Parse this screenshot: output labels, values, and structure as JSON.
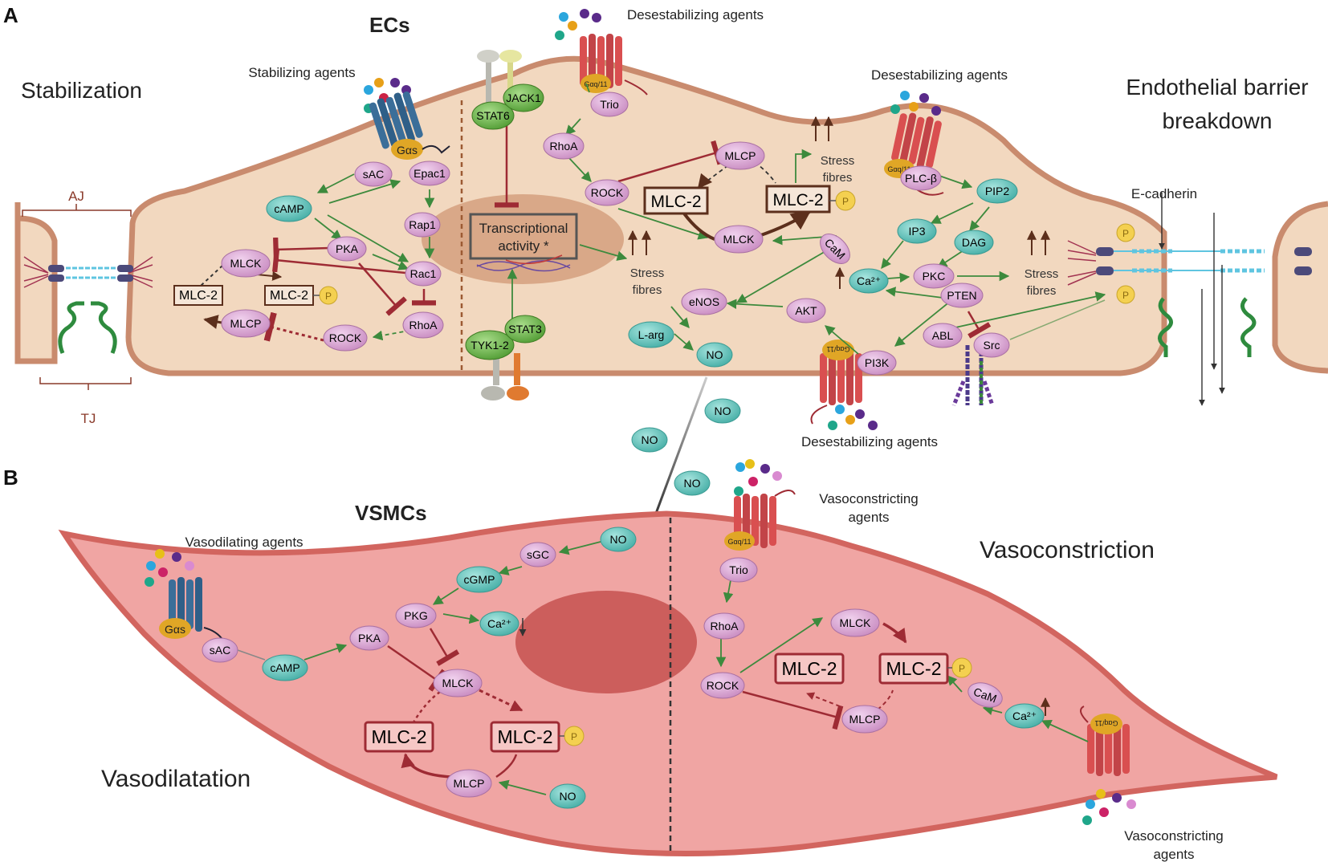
{
  "panel_a": {
    "letter": "A",
    "title": "ECs",
    "left_label": "Stabilization",
    "right_label_line1": "Endothelial barrier",
    "right_label_line2": "breakdown",
    "aj_label": "AJ",
    "tj_label": "TJ",
    "ecadherin_label": "E-cadherin",
    "stabilizing_agents": "Stabilizing agents",
    "destab_top": "Desestabilizing agents",
    "destab_right": "Desestabilizing agents",
    "destab_bottom": "Desestabilizing agents",
    "transcription_line1": "Transcriptional",
    "transcription_line2": "activity *",
    "stress_line1": "Stress",
    "stress_line2": "fibres",
    "receptor_gas": "Gαs",
    "receptor_gaq": "Gαq/11",
    "nodes": {
      "sac": "sAC",
      "epac1": "Epac1",
      "camp": "cAMP",
      "pka": "PKA",
      "rap1": "Rap1",
      "rac1": "Rac1",
      "mlck_l": "MLCK",
      "rhoa_l": "RhoA",
      "mlcp_l": "MLCP",
      "rock_l": "ROCK",
      "mlc2_l1": "MLC-2",
      "mlc2_l2": "MLC-2",
      "stat6": "STAT6",
      "jack1": "JACK1",
      "tyk": "TYK1-2",
      "stat3": "STAT3",
      "trio": "Trio",
      "rhoa_m": "RhoA",
      "rock_m": "ROCK",
      "mlcp_m": "MLCP",
      "mlck_m": "MLCK",
      "mlc2_m1": "MLC-2",
      "mlc2_m2": "MLC-2",
      "enos": "eNOS",
      "larg": "L-arg",
      "no_a": "NO",
      "akt": "AKT",
      "pi3k": "PI3K",
      "cam_a": "CaM",
      "ca_a": "Ca²⁺",
      "ip3": "IP3",
      "dag": "DAG",
      "pkc": "PKC",
      "plcb": "PLC-β",
      "pip2": "PIP2",
      "pten": "PTEN",
      "abl": "ABL",
      "src": "Src",
      "phos": "P"
    }
  },
  "panel_b": {
    "letter": "B",
    "title": "VSMCs",
    "left_label": "Vasodilatation",
    "right_label": "Vasoconstriction",
    "vasodilating_agents": "Vasodilating agents",
    "vasocon_top_line1": "Vasoconstricting",
    "vasocon_top_line2": "agents",
    "vasocon_bottom_line1": "Vasoconstricting",
    "vasocon_bottom_line2": "agents",
    "receptor_gas": "Gαs",
    "receptor_gaq": "Gαq/11",
    "nodes": {
      "no_1": "NO",
      "no_2": "NO",
      "no_3": "NO",
      "no_4": "NO",
      "no_5": "NO",
      "sgc": "sGC",
      "cgmp": "cGMP",
      "pkg": "PKG",
      "ca_1": "Ca²⁺",
      "pka": "PKA",
      "sac": "sAC",
      "camp": "cAMP",
      "mlck_l": "MLCK",
      "mlc2_l1": "MLC-2",
      "mlc2_l2": "MLC-2",
      "mlcp_l": "MLCP",
      "trio": "Trio",
      "rhoa": "RhoA",
      "rock": "ROCK",
      "mlck_r": "MLCK",
      "mlc2_r1": "MLC-2",
      "mlc2_r2": "MLC-2",
      "mlcp_r": "MLCP",
      "cam": "CaM",
      "ca_2": "Ca²⁺",
      "phos": "P"
    }
  },
  "colors": {
    "ec_fill": "#f2d8bf",
    "ec_border": "#c98b6e",
    "nucleus": "#d9a888",
    "vsmc_fill": "#f0a5a3",
    "vsmc_border": "#d2655f",
    "vsmc_nucleus": "#cc5e5c",
    "node_pink": "#d99dd2",
    "node_teal": "#5cc3bb",
    "node_green": "#6fb94a",
    "phos_yellow": "#f4d050",
    "arrow_green": "#3d8a3d",
    "arrow_red": "#9e2b34",
    "arrow_brown": "#5c2f1c",
    "receptor_red": "#d94f50",
    "receptor_blue": "#3b6e99",
    "gprotein_orange": "#e0a626"
  }
}
